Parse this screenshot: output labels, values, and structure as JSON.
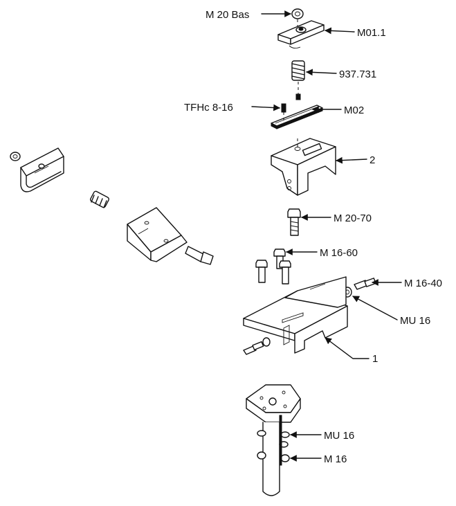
{
  "labels": {
    "m20_bas": "M 20 Bas",
    "m01_1": "M01.1",
    "p937_731": "937.731",
    "tfhc": "TFHc 8-16",
    "m02": "M02",
    "part2": "2",
    "m20_70": "M 20-70",
    "m16_60": "M 16-60",
    "m16_40": "M 16-40",
    "mu16_upper": "MU 16",
    "part1": "1",
    "mu16_lower": "MU 16",
    "m16": "M 16"
  },
  "colors": {
    "ink": "#111111",
    "paper": "#ffffff"
  }
}
